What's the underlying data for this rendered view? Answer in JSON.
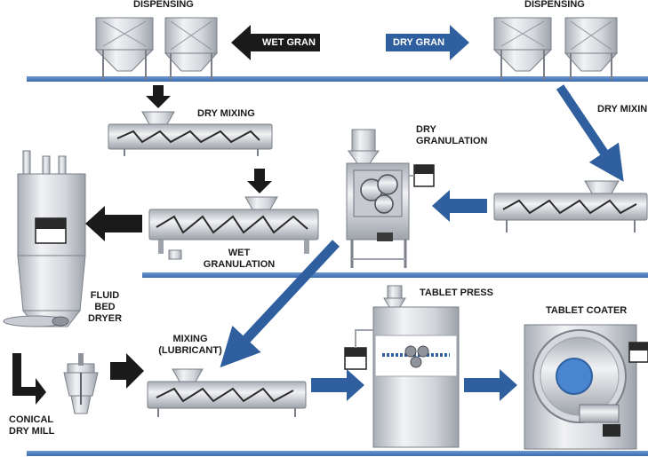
{
  "labels": {
    "dispensing_left": "DISPENSING",
    "dispensing_right": "DISPENSING",
    "wet_gran": "WET GRAN",
    "dry_gran": "DRY GRAN",
    "dry_mixing_left": "DRY MIXING",
    "dry_mixing_right": "DRY MIXIN",
    "dry_granulation_line1": "DRY",
    "dry_granulation_line2": "GRANULATION",
    "wet_granulation_line1": "WET",
    "wet_granulation_line2": "GRANULATION",
    "fluid_bed_line1": "FLUID",
    "fluid_bed_line2": "BED",
    "fluid_bed_line3": "DRYER",
    "mixing_line1": "MIXING",
    "mixing_line2": "(LUBRICANT)",
    "tablet_press": "TABLET PRESS",
    "tablet_coater": "TABLET COATER",
    "conical_line1": "CONICAL",
    "conical_line2": "DRY MILL"
  },
  "colors": {
    "floor_line": "#4a7cc0",
    "flow_arrow_blue": "#2f5f9e",
    "flow_arrow_black": "#1a1a1a",
    "steel_light": "#e4e6ea",
    "steel_mid": "#b6bac2",
    "steel_dark": "#6e737c",
    "coater_drum": "#4a86d0"
  }
}
